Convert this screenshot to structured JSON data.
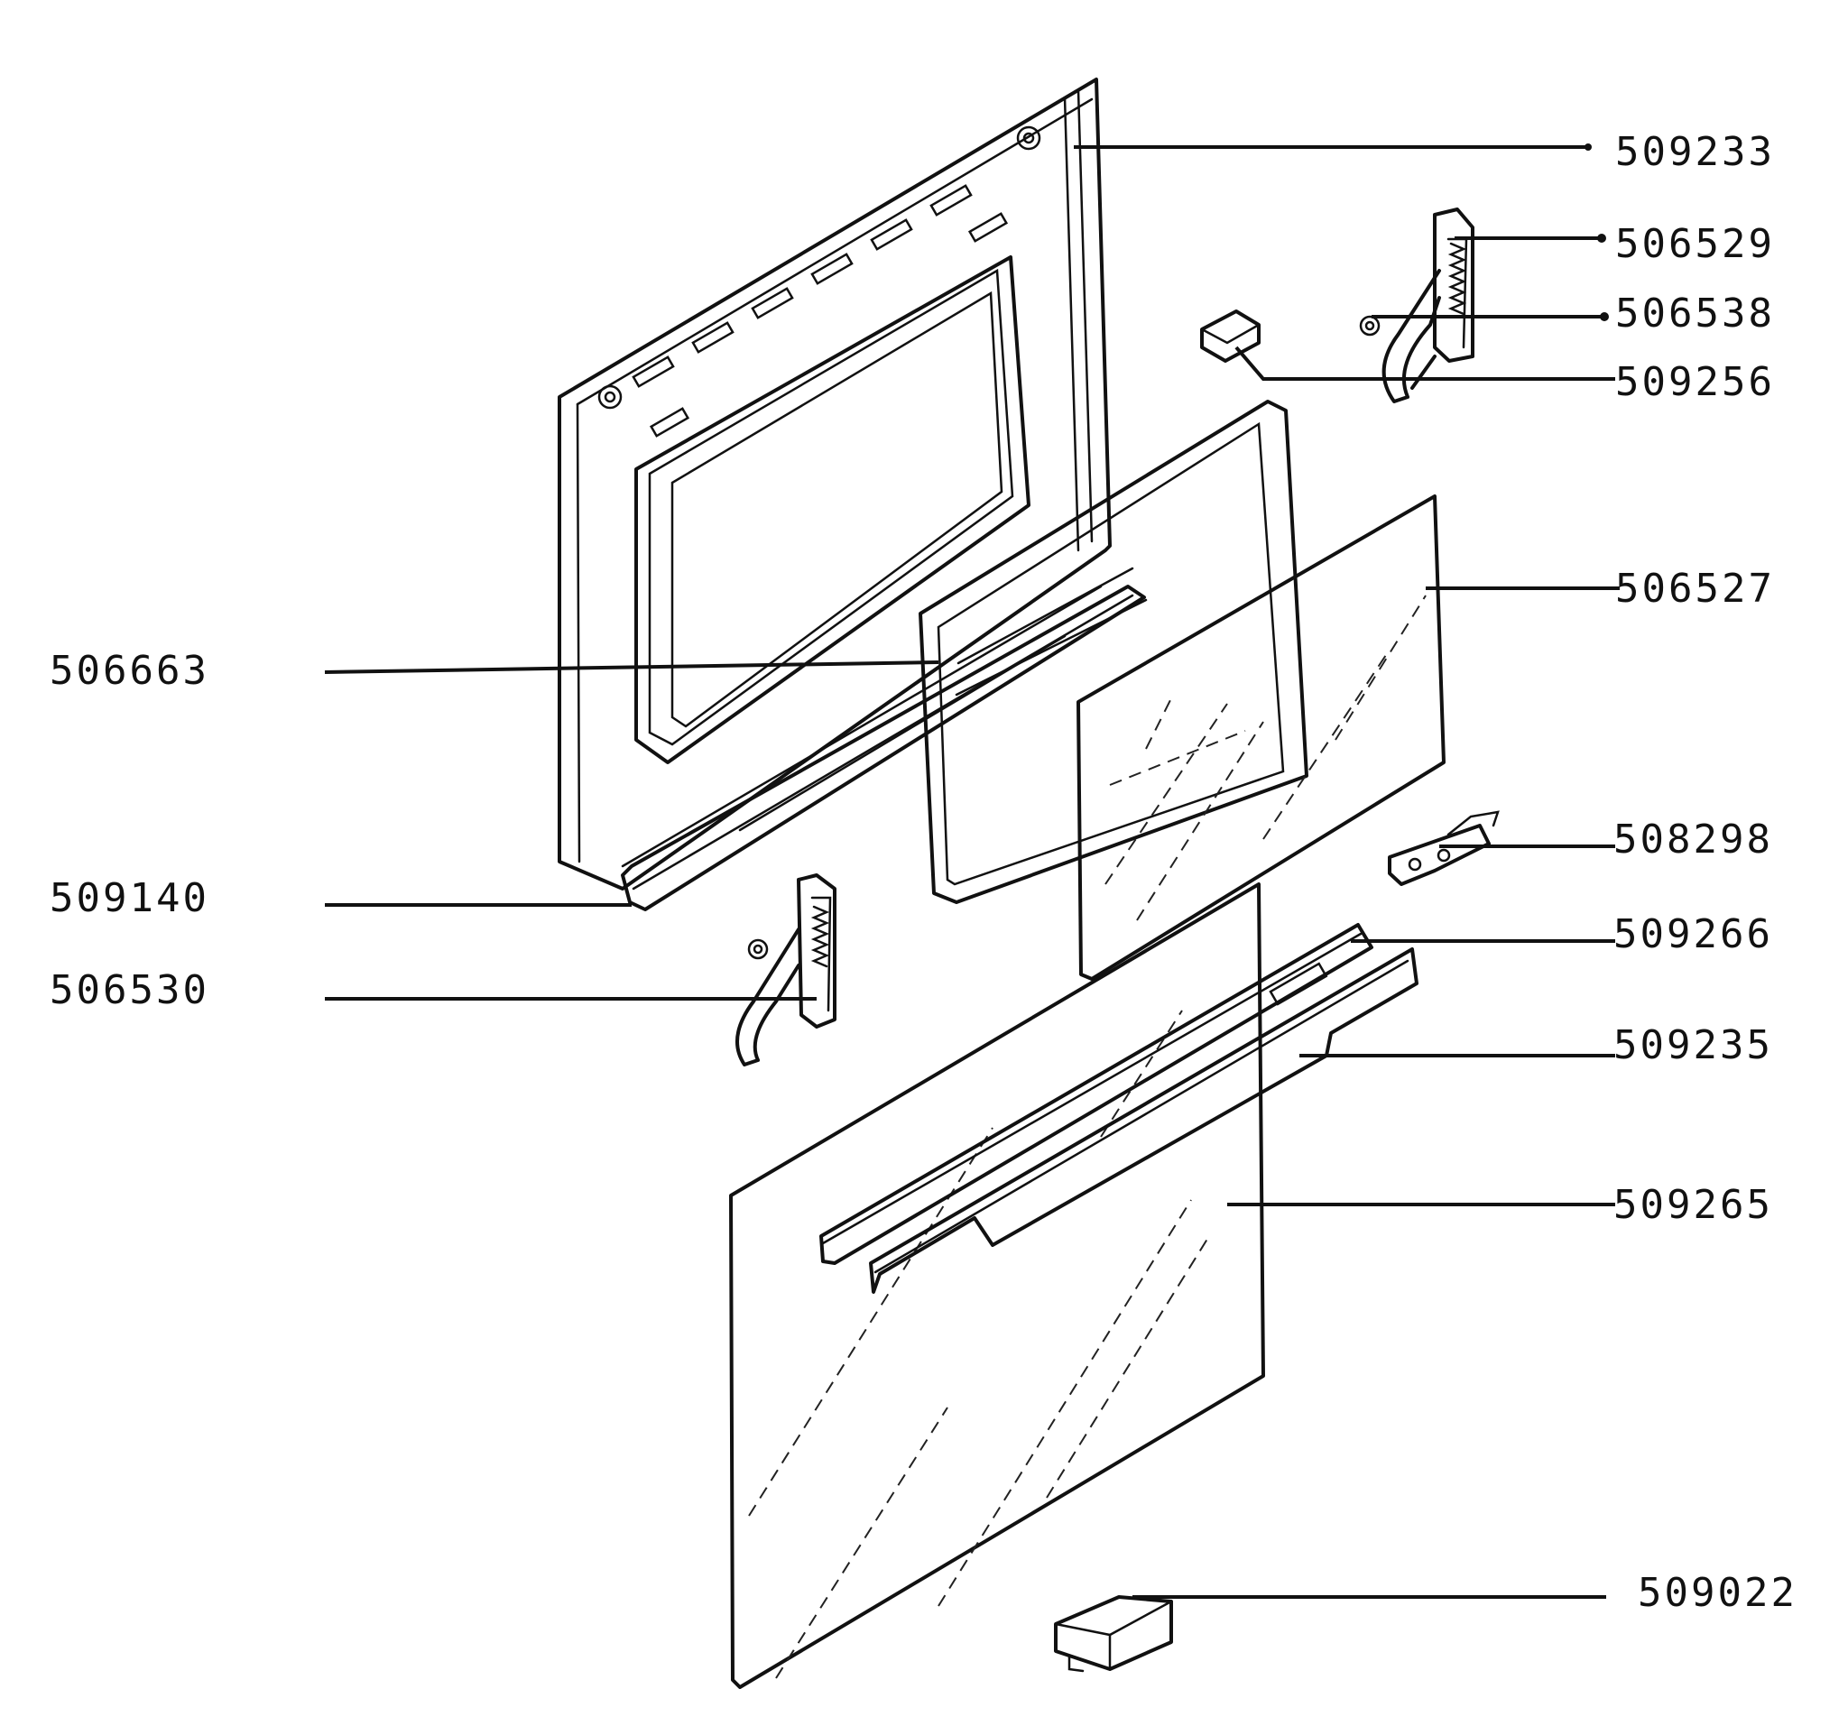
{
  "diagram": {
    "parts": [
      {
        "id": "509233"
      },
      {
        "id": "506529"
      },
      {
        "id": "506538"
      },
      {
        "id": "509256"
      },
      {
        "id": "506527"
      },
      {
        "id": "506663"
      },
      {
        "id": "508298"
      },
      {
        "id": "509140"
      },
      {
        "id": "509266"
      },
      {
        "id": "506530"
      },
      {
        "id": "509235"
      },
      {
        "id": "509265"
      },
      {
        "id": "509022"
      }
    ]
  }
}
